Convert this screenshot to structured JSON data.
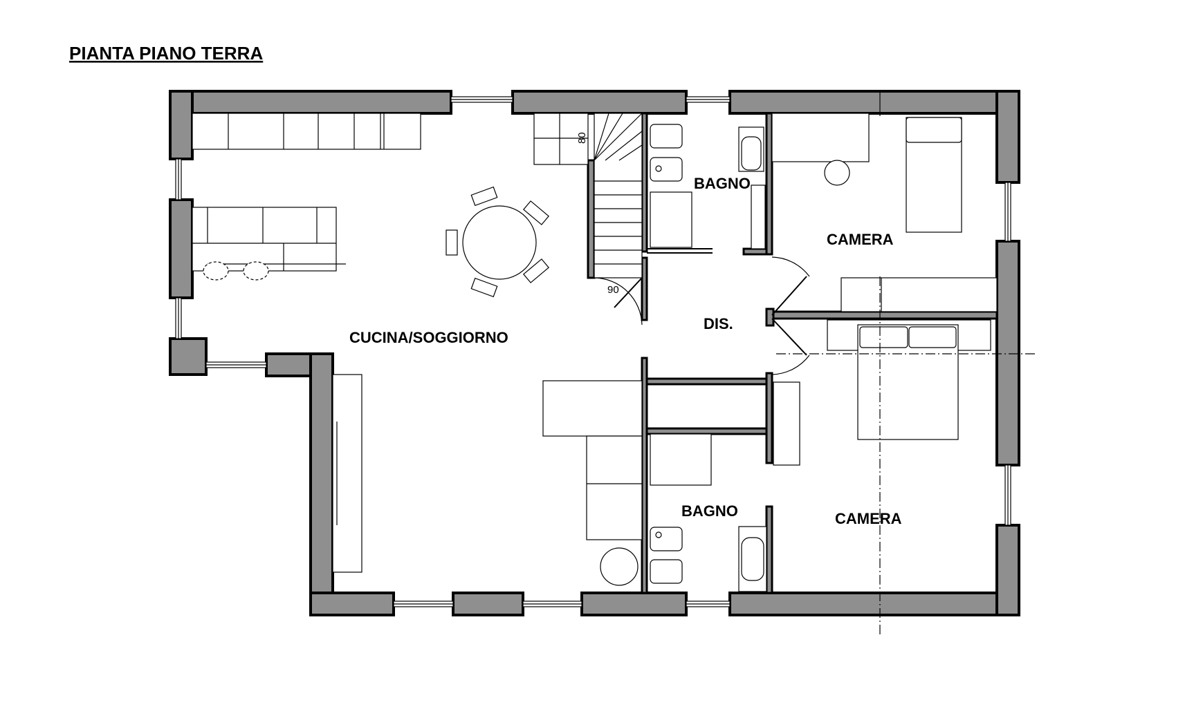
{
  "title": "PIANTA PIANO TERRA",
  "rooms": {
    "living": "CUCINA/SOGGIORNO",
    "bath_top": "BAGNO",
    "bath_bottom": "BAGNO",
    "bedroom_top": "CAMERA",
    "bedroom_bottom": "CAMERA",
    "hall": "DIS."
  },
  "dimensions": {
    "stair_width": "80",
    "door_width": "90"
  },
  "colors": {
    "wall_fill": "#8f8f8f",
    "line": "#000000",
    "background": "#ffffff"
  }
}
